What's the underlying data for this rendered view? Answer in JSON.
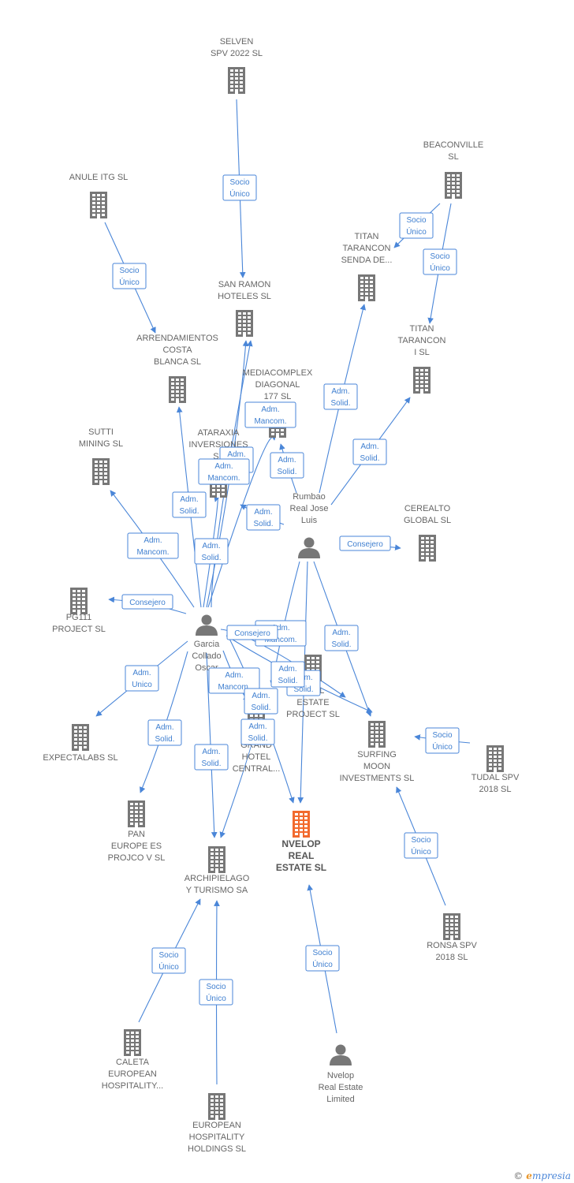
{
  "colors": {
    "building": "#777777",
    "main_building": "#f26a2e",
    "person": "#777777",
    "edge": "#4a86d8"
  },
  "nodes": [
    {
      "id": "selven",
      "type": "company",
      "label": [
        "SELVEN",
        "SPV 2022  SL"
      ]
    },
    {
      "id": "anule",
      "type": "company",
      "label": [
        "ANULE ITG  SL"
      ]
    },
    {
      "id": "beaconville",
      "type": "company",
      "label": [
        "BEACONVILLE",
        "SL"
      ]
    },
    {
      "id": "titan_senda",
      "type": "company",
      "label": [
        "TITAN",
        "TARANCON",
        "SENDA DE..."
      ]
    },
    {
      "id": "san_ramon",
      "type": "company",
      "label": [
        "SAN RAMON",
        "HOTELES SL"
      ]
    },
    {
      "id": "titan_i",
      "type": "company",
      "label": [
        "TITAN",
        "TARANCON",
        "I  SL"
      ]
    },
    {
      "id": "arrendamientos",
      "type": "company",
      "label": [
        "ARRENDAMIENTOS",
        "COSTA",
        "BLANCA SL"
      ]
    },
    {
      "id": "mediacomplex",
      "type": "company",
      "label": [
        "MEDIACOMPLEX",
        "DIAGONAL",
        "177  SL"
      ]
    },
    {
      "id": "sutti",
      "type": "company",
      "label": [
        "SUTTI",
        "MINING SL"
      ]
    },
    {
      "id": "ataraxia",
      "type": "company",
      "label": [
        "ATARAXIA",
        "INVERSIONES",
        "SL"
      ]
    },
    {
      "id": "rumbao",
      "type": "person",
      "label": [
        "Rumbao",
        "Real Jose",
        "Luis"
      ]
    },
    {
      "id": "cerealto",
      "type": "company",
      "label": [
        "CEREALTO",
        "GLOBAL  SL"
      ]
    },
    {
      "id": "pg111",
      "type": "company",
      "label": [
        "PG111",
        "PROJECT  SL"
      ]
    },
    {
      "id": "garcia",
      "type": "person",
      "label": [
        "Garcia",
        "Collado",
        "Oscar"
      ]
    },
    {
      "id": "real_estate_project",
      "type": "company",
      "label": [
        "REAL",
        "ESTATE",
        "PROJECT  SL"
      ]
    },
    {
      "id": "expectalabs",
      "type": "company",
      "label": [
        "EXPECTALABS SL"
      ]
    },
    {
      "id": "grand_hotel",
      "type": "company",
      "label": [
        "GRAND",
        "HOTEL",
        "CENTRAL..."
      ]
    },
    {
      "id": "surfing",
      "type": "company",
      "label": [
        "SURFING",
        "MOON",
        "INVESTMENTS SL"
      ]
    },
    {
      "id": "tudal",
      "type": "company",
      "label": [
        "TUDAL SPV",
        "2018  SL"
      ]
    },
    {
      "id": "pan_europe",
      "type": "company",
      "label": [
        "PAN",
        "EUROPE ES",
        "PROJCO V SL"
      ]
    },
    {
      "id": "nvelop",
      "type": "main",
      "label": [
        "NVELOP",
        "REAL",
        "ESTATE  SL"
      ]
    },
    {
      "id": "archipielago",
      "type": "company",
      "label": [
        "ARCHIPIELAGO",
        "Y TURISMO SA"
      ]
    },
    {
      "id": "ronsa",
      "type": "company",
      "label": [
        "RONSA SPV",
        "2018  SL"
      ]
    },
    {
      "id": "caleta",
      "type": "company",
      "label": [
        "CALETA",
        "EUROPEAN",
        "HOSPITALITY..."
      ]
    },
    {
      "id": "nvelop_ltd",
      "type": "person",
      "label": [
        "Nvelop",
        "Real Estate",
        "Limited"
      ]
    },
    {
      "id": "european_hosp",
      "type": "company",
      "label": [
        "EUROPEAN",
        "HOSPITALITY",
        "HOLDINGS  SL"
      ]
    }
  ],
  "edges": [
    {
      "from": "selven",
      "to": "san_ramon",
      "label": [
        "Socio",
        "Único"
      ]
    },
    {
      "from": "anule",
      "to": "arrendamientos",
      "label": [
        "Socio",
        "Único"
      ]
    },
    {
      "from": "beaconville",
      "to": "titan_senda",
      "label": [
        "Socio",
        "Único"
      ]
    },
    {
      "from": "beaconville",
      "to": "titan_i",
      "label": [
        "Socio",
        "Único"
      ]
    },
    {
      "from": "rumbao",
      "to": "titan_senda",
      "label": [
        "Adm.",
        "Solid."
      ]
    },
    {
      "from": "rumbao",
      "to": "titan_i",
      "label": [
        "Adm.",
        "Solid."
      ]
    },
    {
      "from": "rumbao",
      "to": "cerealto",
      "label": [
        "Consejero"
      ]
    },
    {
      "from": "rumbao",
      "to": "mediacomplex",
      "label": [
        "Adm.",
        "Solid."
      ]
    },
    {
      "from": "rumbao",
      "to": "surfing",
      "label": [
        "Adm.",
        "Solid."
      ]
    },
    {
      "from": "rumbao",
      "to": "nvelop",
      "label": [
        "Adm.",
        "Solid."
      ]
    },
    {
      "from": "rumbao",
      "to": "real_estate_project",
      "label": [
        "Adm.",
        "Mancom."
      ]
    },
    {
      "from": "rumbao",
      "to": "ataraxia",
      "label": [
        "Adm.",
        "Solid."
      ]
    },
    {
      "from": "garcia",
      "to": "mediacomplex",
      "label": [
        "Adm.",
        "Mancom."
      ]
    },
    {
      "from": "garcia",
      "to": "san_ramon",
      "label": [
        "Adm.",
        "Solid."
      ]
    },
    {
      "from": "garcia",
      "to": "ataraxia",
      "label": [
        "Adm.",
        "Mancom."
      ]
    },
    {
      "from": "garcia",
      "to": "arrendamientos",
      "label": [
        "Adm.",
        "Solid."
      ]
    },
    {
      "from": "garcia",
      "to": "sutti",
      "label": [
        "Adm.",
        "Mancom."
      ]
    },
    {
      "from": "garcia",
      "to": "pg111",
      "label": [
        "Consejero"
      ]
    },
    {
      "from": "garcia",
      "to": "expectalabs",
      "label": [
        "Adm.",
        "Unico"
      ]
    },
    {
      "from": "garcia",
      "to": "pan_europe",
      "label": [
        "Adm.",
        "Solid."
      ]
    },
    {
      "from": "garcia",
      "to": "archipielago",
      "label": [
        "Adm.",
        "Solid."
      ]
    },
    {
      "from": "garcia",
      "to": "real_estate_project",
      "label": [
        "Consejero"
      ]
    },
    {
      "from": "garcia",
      "to": "grand_hotel",
      "label": [
        "Adm.",
        "Mancom."
      ]
    },
    {
      "from": "garcia",
      "to": "surfing",
      "label": [
        "Adm.",
        "Solid."
      ]
    },
    {
      "from": "garcia",
      "to": "nvelop",
      "label": [
        "Adm.",
        "Solid."
      ]
    },
    {
      "from": "garcia",
      "to": "san_ramon",
      "label": [
        "Adm.",
        "Solid."
      ]
    },
    {
      "from": "grand_hotel",
      "to": "archipielago",
      "label": [
        "Adm.",
        "Solid."
      ]
    },
    {
      "from": "tudal",
      "to": "surfing",
      "label": [
        "Socio",
        "Único"
      ]
    },
    {
      "from": "ronsa",
      "to": "surfing",
      "label": [
        "Socio",
        "Único"
      ]
    },
    {
      "from": "caleta",
      "to": "archipielago",
      "label": [
        "Socio",
        "Único"
      ]
    },
    {
      "from": "european_hosp",
      "to": "archipielago",
      "label": [
        "Socio",
        "Único"
      ]
    },
    {
      "from": "nvelop_ltd",
      "to": "nvelop",
      "label": [
        "Socio",
        "Único"
      ]
    }
  ],
  "footer": {
    "copyright": "©",
    "brand_initial": "e",
    "brand_rest": "mpresia"
  }
}
